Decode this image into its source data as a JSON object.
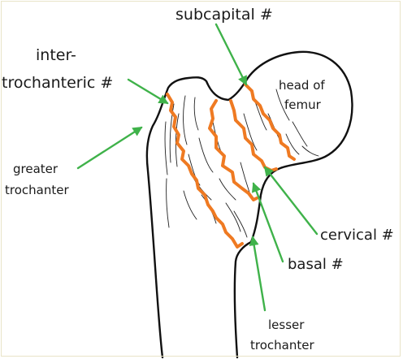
{
  "labels": {
    "subcapital": "subcapital #",
    "intertrochanteric_line1": "inter-",
    "intertrochanteric_line2": "trochanteric #",
    "greater_trochanter_line1": "greater",
    "greater_trochanter_line2": "trochanter",
    "head_of_femur_line1": "head of",
    "head_of_femur_line2": "femur",
    "cervical": "cervical #",
    "basal": "basal #",
    "lesser_trochanter_line1": "lesser",
    "lesser_trochanter_line2": "trochanter"
  },
  "colors": {
    "outline": "#111111",
    "fracture_line": "#ef7a22",
    "arrow": "#3fb24a",
    "frame": "#e9e4c8",
    "text": "#1a1a1a"
  }
}
